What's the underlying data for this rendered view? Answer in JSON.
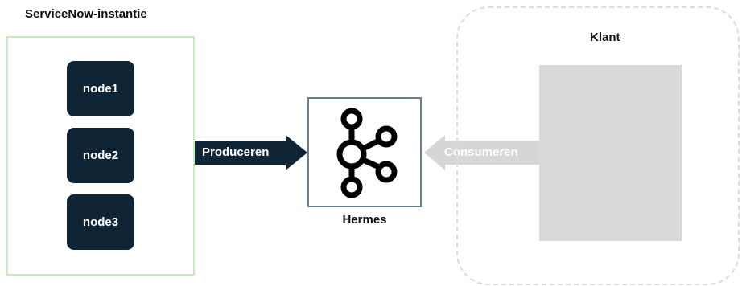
{
  "instance": {
    "title": "ServiceNow-instantie",
    "nodes": [
      "node1",
      "node2",
      "node3"
    ]
  },
  "arrows": {
    "produce_label": "Produceren",
    "consume_label": "Consumeren"
  },
  "hermes": {
    "label": "Hermes",
    "icon": "kafka-logo-icon"
  },
  "client": {
    "title": "Klant"
  },
  "colors": {
    "node_fill": "#0f2535",
    "instance_border": "#c8ecc0",
    "produce_arrow": "#0f2535",
    "consume_arrow": "#d6d6d6",
    "client_fill": "#d9d9d9"
  }
}
